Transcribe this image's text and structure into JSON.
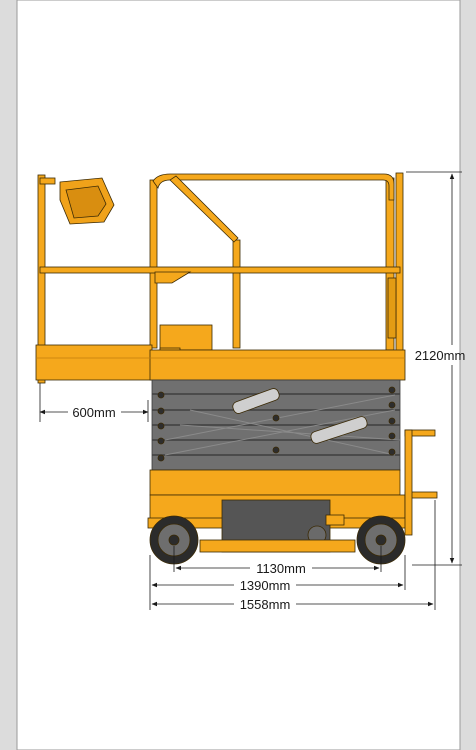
{
  "colors": {
    "background": "#dcdcdc",
    "panel": "#ffffff",
    "machine_yellow": "#f5a81c",
    "scissor_grey": "#6f6f6f",
    "tire_black": "#2b2b2b",
    "dimension_line": "#1a1a1a"
  },
  "dimensions": {
    "platform_extension": "600mm",
    "platform_height": "2120mm",
    "wheelbase": "1130mm",
    "overall_length": "1390mm",
    "extended_length": "1558mm"
  }
}
